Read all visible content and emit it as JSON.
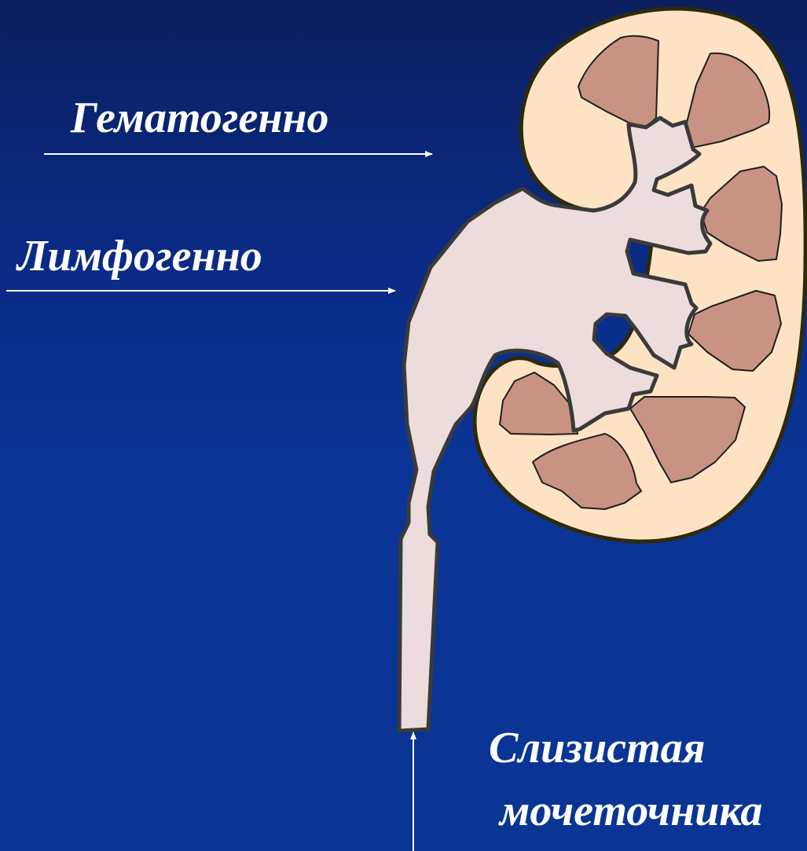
{
  "labels": {
    "hematogenous": "Гематогенно",
    "lymphogenous": "Лимфогенно",
    "mucosa_line1": "Слизистая",
    "mucosa_line2": "мочеточника"
  },
  "colors": {
    "background_top": "#0b1f5e",
    "background_bottom": "#0a3595",
    "cortex": "#fde3c4",
    "pelvis": "#ecdcdc",
    "pyramid": "#c99384",
    "outline_outer": "#2e2a0a",
    "outline_inner": "#3a3a3a",
    "arrow": "#ffffff"
  }
}
